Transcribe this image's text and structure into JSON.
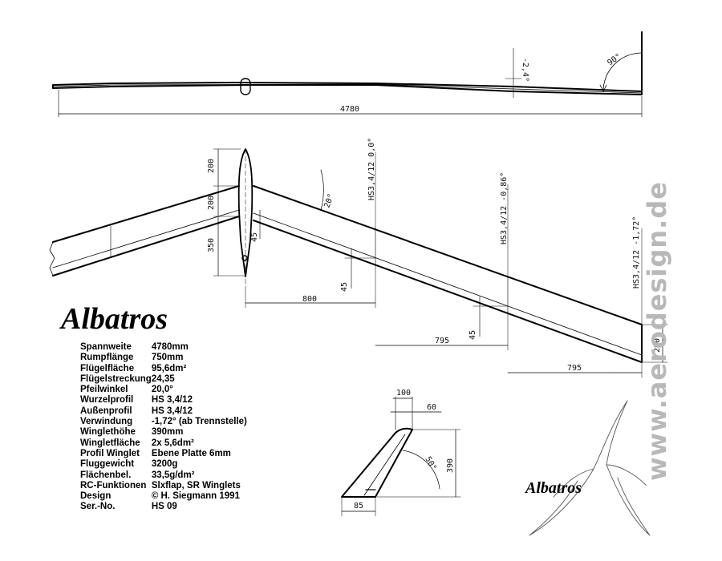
{
  "model_name": "Albatros",
  "logo_name": "Albatros",
  "watermark": "www.aerodesign.de",
  "specs": [
    {
      "label": "Spannweite",
      "value": "4780mm"
    },
    {
      "label": "Rumpflänge",
      "value": "750mm"
    },
    {
      "label": "Flügelfläche",
      "value": "95,6dm²"
    },
    {
      "label": "Flügelstreckung",
      "value": "24,35"
    },
    {
      "label": "Pfeilwinkel",
      "value": "20,0°"
    },
    {
      "label": "Wurzelprofil",
      "value": "HS 3,4/12"
    },
    {
      "label": "Außenprofil",
      "value": "HS 3,4/12"
    },
    {
      "label": "Verwindung",
      "value": "-1,72° (ab Trennstelle)"
    },
    {
      "label": "Winglethöhe",
      "value": "390mm"
    },
    {
      "label": "Wingletfläche",
      "value": "2x 5,6dm²"
    },
    {
      "label": "Profil Winglet",
      "value": "Ebene Platte 6mm"
    },
    {
      "label": "Fluggewicht",
      "value": "3200g"
    },
    {
      "label": "Flächenbel.",
      "value": "33,5g/dm²"
    },
    {
      "label": "RC-Funktionen",
      "value": "Slxflap, SR Winglets"
    },
    {
      "label": "Design",
      "value": "© H. Siegmann 1991"
    },
    {
      "label": "Ser.-No.",
      "value": "HS 09"
    }
  ],
  "front_view": {
    "span_dim": "4780",
    "twist_angle": "-2,4°",
    "winglet_angle": "90°"
  },
  "top_view": {
    "fuselage_front": "200",
    "fuselage_mid": "200",
    "fuselage_rear": "350",
    "sweep_angle": "20°",
    "root_offset": "45",
    "offset_2": "45",
    "offset_3": "45",
    "section_1": "800",
    "section_2": "795",
    "section_3": "795",
    "tip_chord": "200",
    "profile_root": "HS3,4/12 0,0°",
    "profile_mid": "HS3,4/12 -0,86°",
    "profile_tip": "HS3,4/12 -1,72°"
  },
  "winglet": {
    "top_width": "100",
    "top_chord": "60",
    "angle": "50°",
    "height": "390",
    "base": "85"
  }
}
